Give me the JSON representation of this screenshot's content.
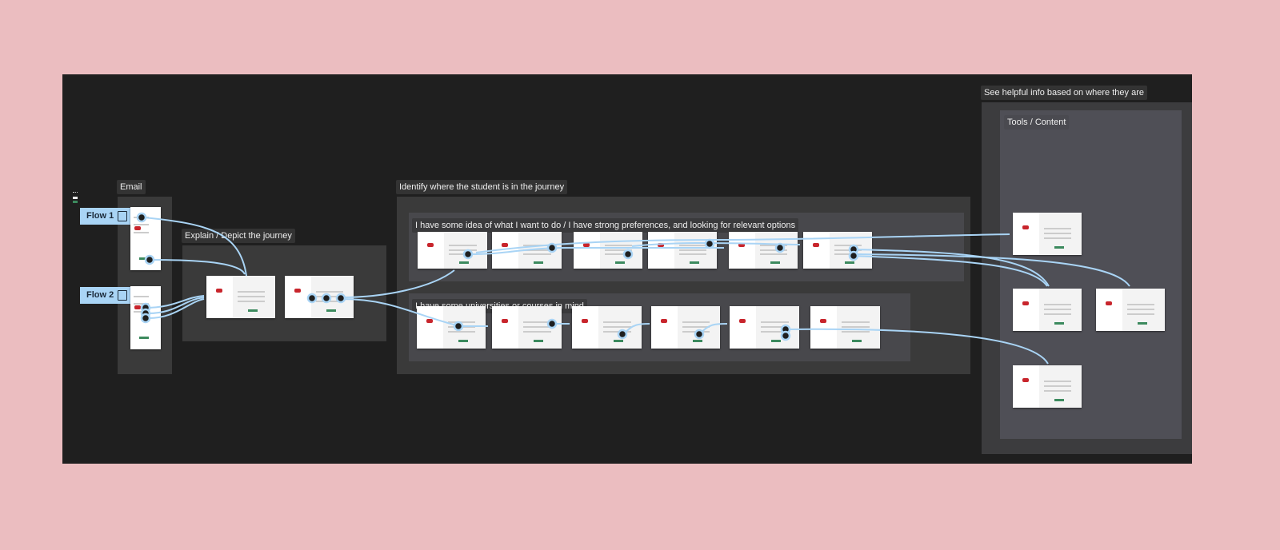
{
  "sections": {
    "email": "Email",
    "explain": "Explain / Depict the journey",
    "identify": "Identify where the student is in the journey",
    "some_idea": "I have some idea of what I want to do / I have strong preferences, and looking for relevant options",
    "have_unis": "I have some universities or courses in mind",
    "helpful": "See helpful info based on where they are",
    "tools": "Tools / Content"
  },
  "flows": [
    {
      "label": "Flow 1"
    },
    {
      "label": "Flow 2"
    }
  ],
  "colors": {
    "background": "#ebbdc0",
    "canvas": "#1f1f1f",
    "flow_badge": "#a9d4f5",
    "connector": "#a9d4f5",
    "brand_red": "#c8252c",
    "button_green": "#3c8a5e"
  },
  "icons": {
    "flow": "play-prototype-icon"
  }
}
